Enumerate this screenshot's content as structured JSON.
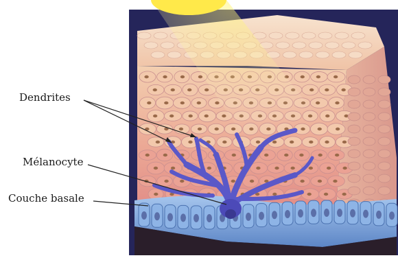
{
  "labels": {
    "dendrites": "Dendrites",
    "melanocyte": "Mélanocyte",
    "couche_basale": "Couche basale"
  },
  "colors": {
    "background": "#25255a",
    "sunlight": "#ffe94a",
    "keratinocyte": "#f2c8a8",
    "keratinocyte_deep": "#e89890",
    "cell_border": "#c98f8f",
    "melanocyte": "#5a58c8",
    "basal_layer": "#7fa6dc",
    "nucleus": "#9a6a4a",
    "leader_line": "#222222"
  }
}
